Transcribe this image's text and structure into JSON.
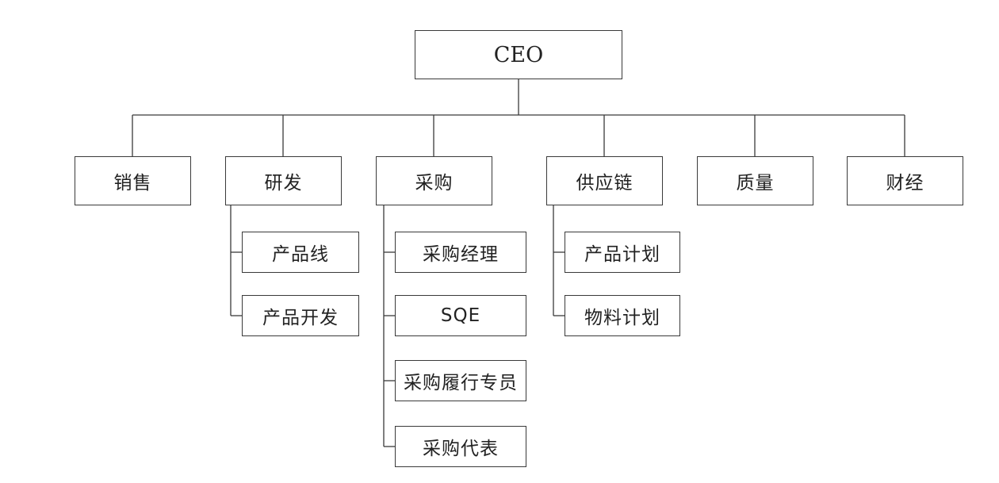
{
  "ceo": "CEO",
  "departments": {
    "sales": "销售",
    "rnd": "研发",
    "purchasing": "采购",
    "supply_chain": "供应链",
    "quality": "质量",
    "finance": "财经"
  },
  "rnd_children": [
    "产品线",
    "产品开发"
  ],
  "purchasing_children": [
    "采购经理",
    "SQE",
    "采购履行专员",
    "采购代表"
  ],
  "supply_chain_children": [
    "产品计划",
    "物料计划"
  ]
}
